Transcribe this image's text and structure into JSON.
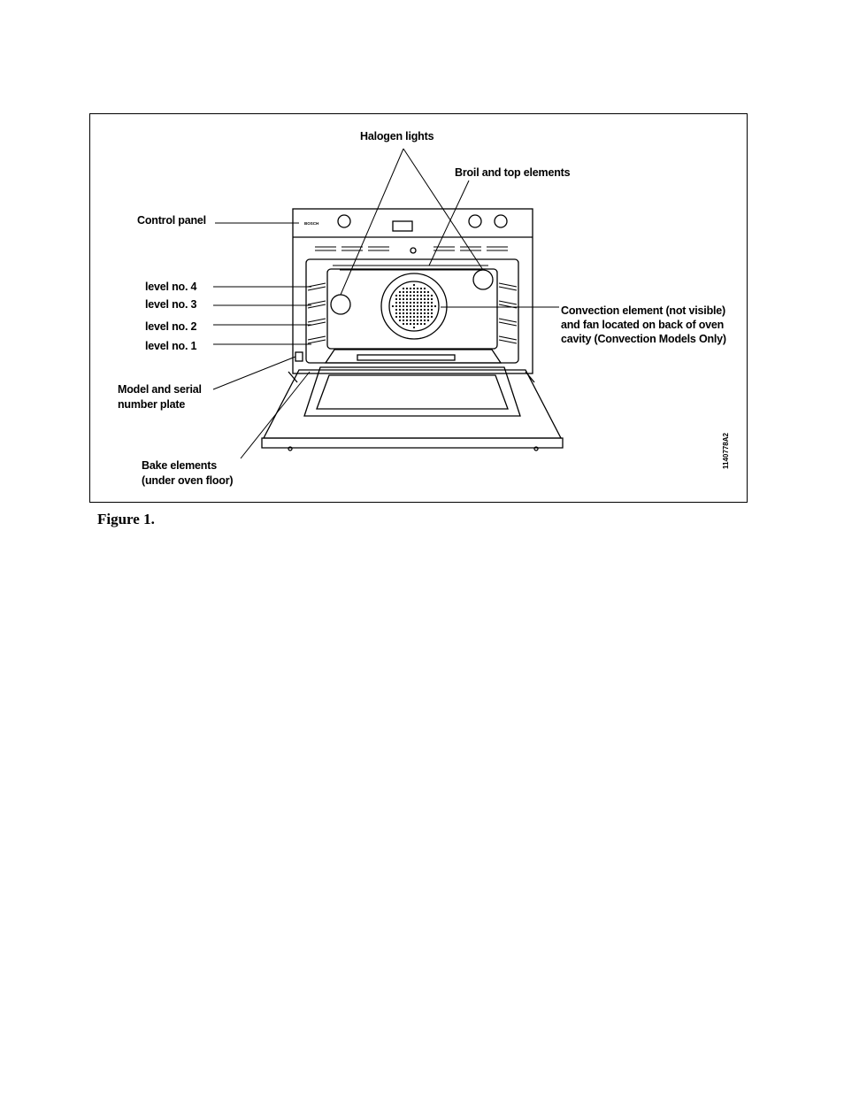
{
  "labels": {
    "halogen_lights": "Halogen lights",
    "broil_top": "Broil and top elements",
    "control_panel": "Control panel",
    "level4": "level no. 4",
    "level3": "level no. 3",
    "level2": "level no. 2",
    "level1": "level no. 1",
    "model_serial_1": "Model and serial",
    "model_serial_2": "number plate",
    "bake_1": "Bake elements",
    "bake_2": "(under oven floor)",
    "convection_1": "Convection element (not visible)",
    "convection_2": "and fan located on back of oven",
    "convection_3": "cavity (Convection Models Only)"
  },
  "brand_mark": "BOSCH",
  "figure_code": "1140778A2",
  "caption": "Figure 1."
}
